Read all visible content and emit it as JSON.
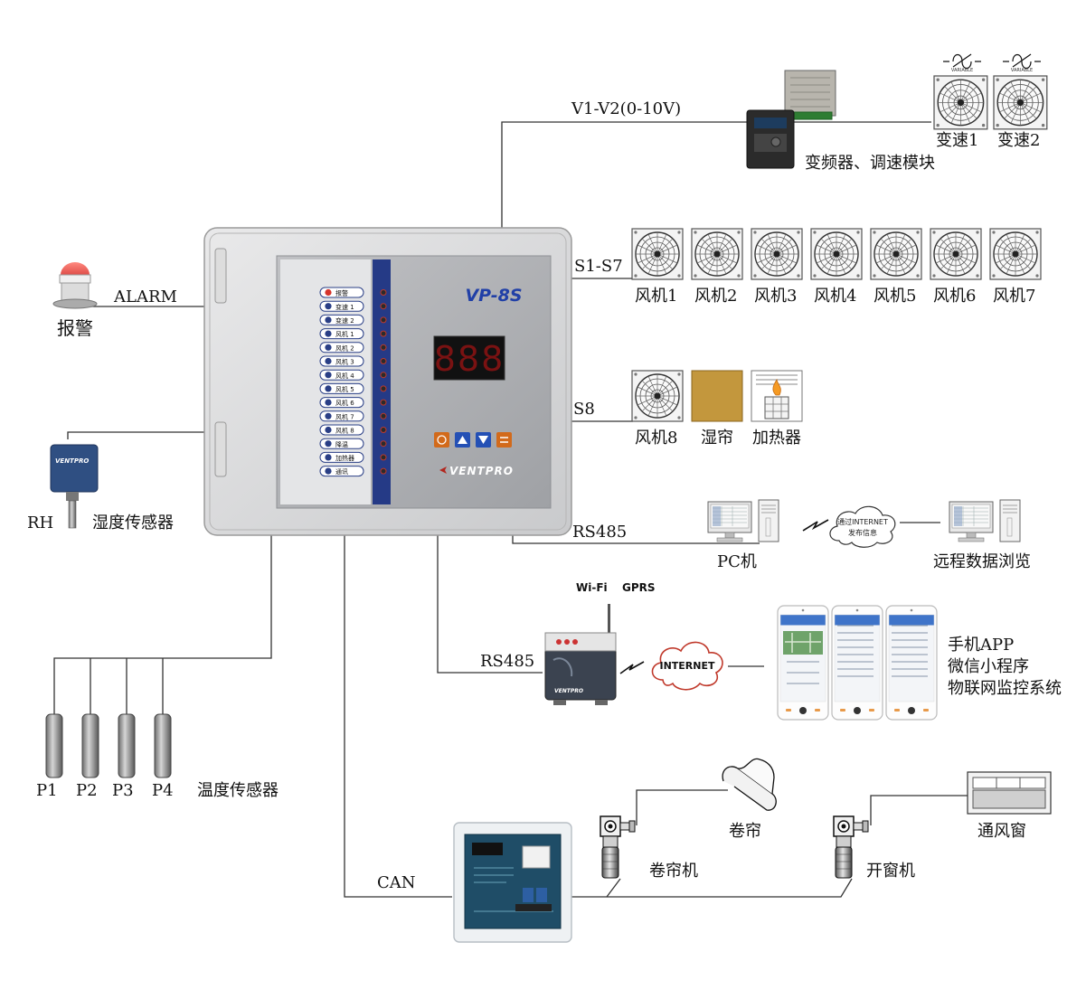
{
  "controller": {
    "model": "VP-8S",
    "display": "888",
    "brand": "VENTPRO",
    "indicators": [
      "报警",
      "变速 1",
      "变速 2",
      "风机 1",
      "风机 2",
      "风机 3",
      "风机 4",
      "风机 5",
      "风机 6",
      "风机 7",
      "风机 8",
      "降温",
      "加热器",
      "通讯"
    ]
  },
  "outputs": {
    "alarm_line": "ALARM",
    "alarm_caption": "报警",
    "variable_line": "V1-V2(0-10V)",
    "inverter_caption": "变频器、调速模块",
    "variable_fans": [
      "变速1",
      "变速2"
    ],
    "variable_tag": "VARIABLE",
    "fan_line": "S1-S7",
    "fans": [
      "风机1",
      "风机2",
      "风机3",
      "风机4",
      "风机5",
      "风机6",
      "风机7"
    ],
    "s8_line": "S8",
    "s8_devices": [
      "风机8",
      "湿帘",
      "加热器"
    ]
  },
  "sensors": {
    "rh_code": "RH",
    "rh_caption": "湿度传感器",
    "temp_probes": [
      "P1",
      "P2",
      "P3",
      "P4"
    ],
    "temp_caption": "温度传感器"
  },
  "comms": {
    "rs485_pc_line": "RS485",
    "pc_caption": "PC机",
    "cloud_text_1": "通过INTERNET",
    "cloud_text_2": "发布信息",
    "remote_caption": "远程数据浏览",
    "wifi": "Wi-Fi",
    "gprs": "GPRS",
    "rs485_gw_line": "RS485",
    "internet": "INTERNET",
    "mobile_lines": [
      "手机APP",
      "微信小程序",
      "物联网监控系统"
    ]
  },
  "can": {
    "line": "CAN",
    "curtain": "卷帘",
    "curtain_motor": "卷帘机",
    "vent_window": "通风窗",
    "window_motor": "开窗机"
  }
}
